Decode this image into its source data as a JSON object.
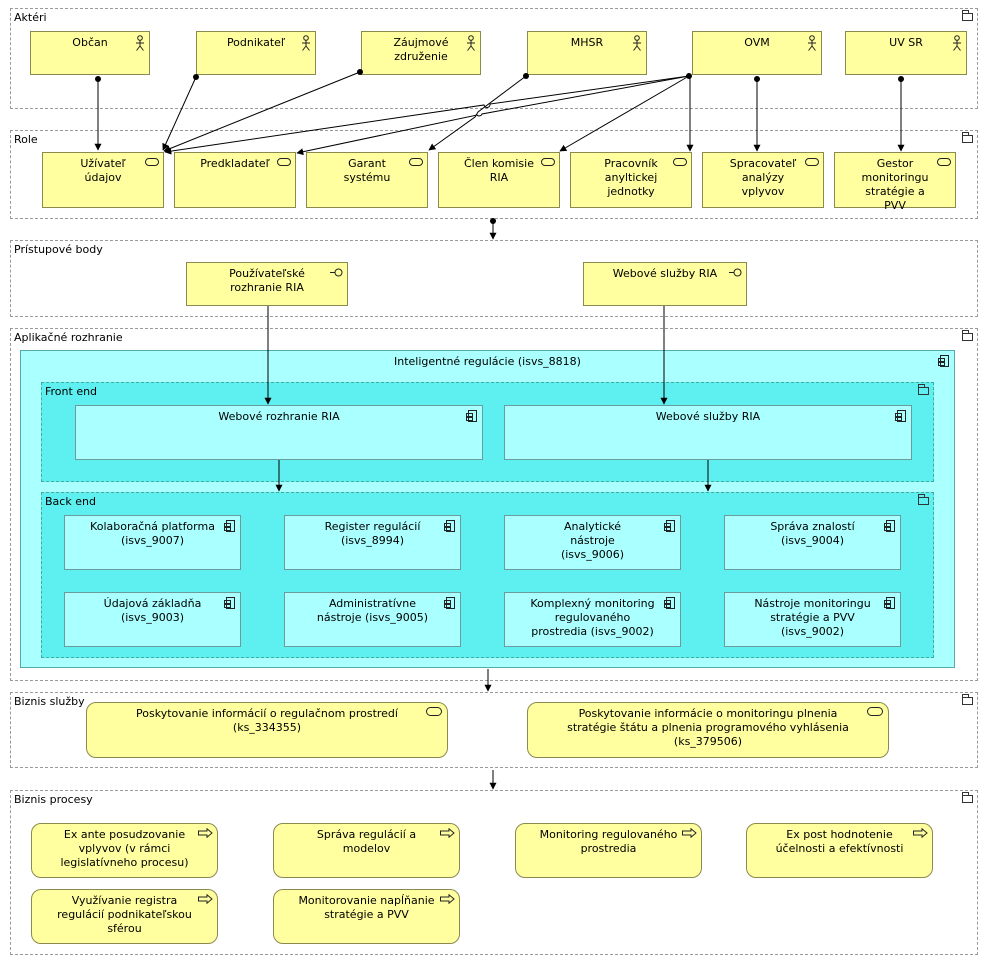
{
  "groups": {
    "actors": "Aktéri",
    "roles": "Role",
    "access_points": "Prístupové body",
    "app_interface": "Aplikačné rozhranie",
    "business_services": "Biznis služby",
    "business_processes": "Biznis procesy"
  },
  "actors": [
    "Občan",
    "Podnikateľ",
    "Záujmové združenie",
    "MHSR",
    "OVM",
    "UV SR"
  ],
  "roles": [
    "Užívateľ údajov",
    "Predkladateľ",
    "Garant systému",
    "Člen komisie RIA",
    "Pracovník anyltickej jednotky",
    "Spracovateľ analýzy vplyvov",
    "Gestor monitoringu stratégie a PVV"
  ],
  "access_points": [
    "Používateľské rozhranie RIA",
    "Webové služby RIA"
  ],
  "application": {
    "title": "Inteligentné regulácie (isvs_8818)",
    "front_end": {
      "title": "Front end",
      "components": [
        "Webové rozhranie RIA",
        "Webové služby RIA"
      ]
    },
    "back_end": {
      "title": "Back end",
      "components": [
        "Kolaboračná platforma (isvs_9007)",
        "Register regulácií (isvs_8994)",
        "Analytické nástroje (isvs_9006)",
        "Správa znalostí (isvs_9004)",
        "Údajová základňa (isvs_9003)",
        "Administratívne nástroje (isvs_9005)",
        "Komplexný monitoring regulovaného prostredia (isvs_9002)",
        "Nástroje monitoringu stratégie a PVV (isvs_9002)"
      ]
    }
  },
  "business_services": [
    "Poskytovanie informácií o regulačnom prostredí (ks_334355)",
    "Poskytovanie informácie o monitoringu plnenia stratégie štátu a plnenia programového vyhlásenia (ks_379506)"
  ],
  "business_processes": [
    "Ex ante posudzovanie vplyvov (v rámci legislatívneho procesu)",
    "Správa regulácií a modelov",
    "Monitoring regulovaného prostredia",
    "Ex post hodnotenie účelnosti a efektívnosti",
    "Využívanie registra regulácií podnikateľskou sférou",
    "Monitorovanie napĺňanie stratégie a PVV"
  ],
  "colors": {
    "business_element": "#ffff9f",
    "application_element": "#aaffff",
    "application_group": "#5ef0f0"
  }
}
